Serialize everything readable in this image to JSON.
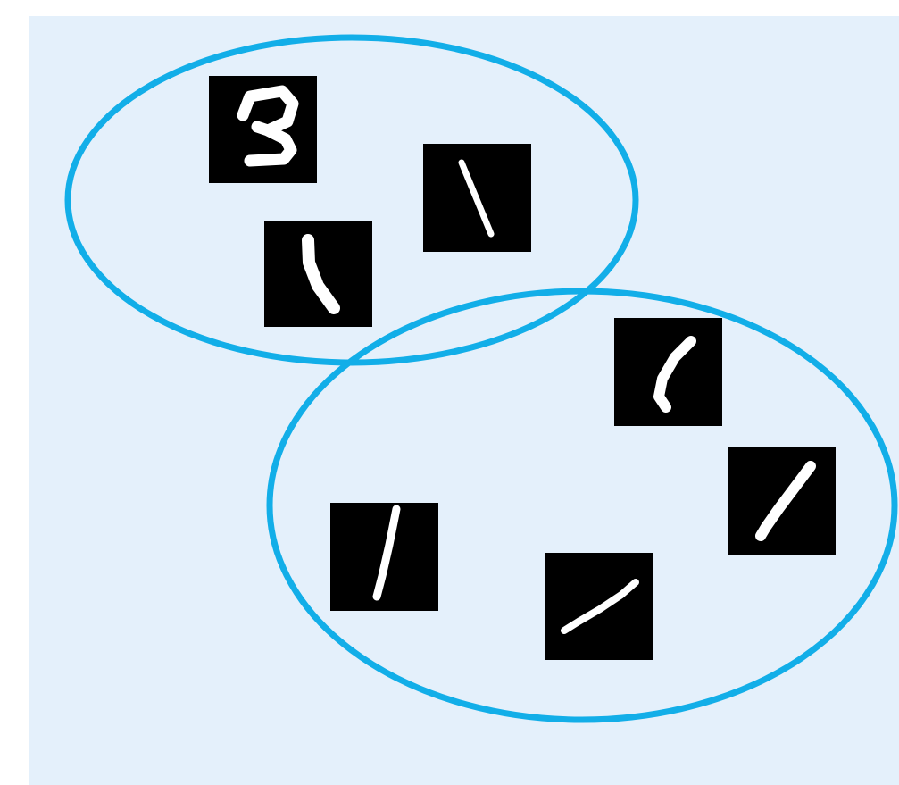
{
  "background_color": "#e4f0fb",
  "cluster_stroke_color": "#12aee8",
  "tile_background_color": "#000000",
  "digit_stroke_color": "#ffffff",
  "clusters": [
    {
      "name": "cluster-top-left",
      "samples": [
        {
          "name": "digit-three",
          "digit": "3"
        },
        {
          "name": "digit-one-slanted-left",
          "digit": "1"
        },
        {
          "name": "digit-one-short",
          "digit": "1"
        }
      ]
    },
    {
      "name": "cluster-bottom-right",
      "samples": [
        {
          "name": "digit-one-curved",
          "digit": "1"
        },
        {
          "name": "digit-one-slanted-right",
          "digit": "1"
        },
        {
          "name": "digit-one-upright",
          "digit": "1"
        },
        {
          "name": "digit-one-flat",
          "digit": "1"
        }
      ]
    }
  ]
}
